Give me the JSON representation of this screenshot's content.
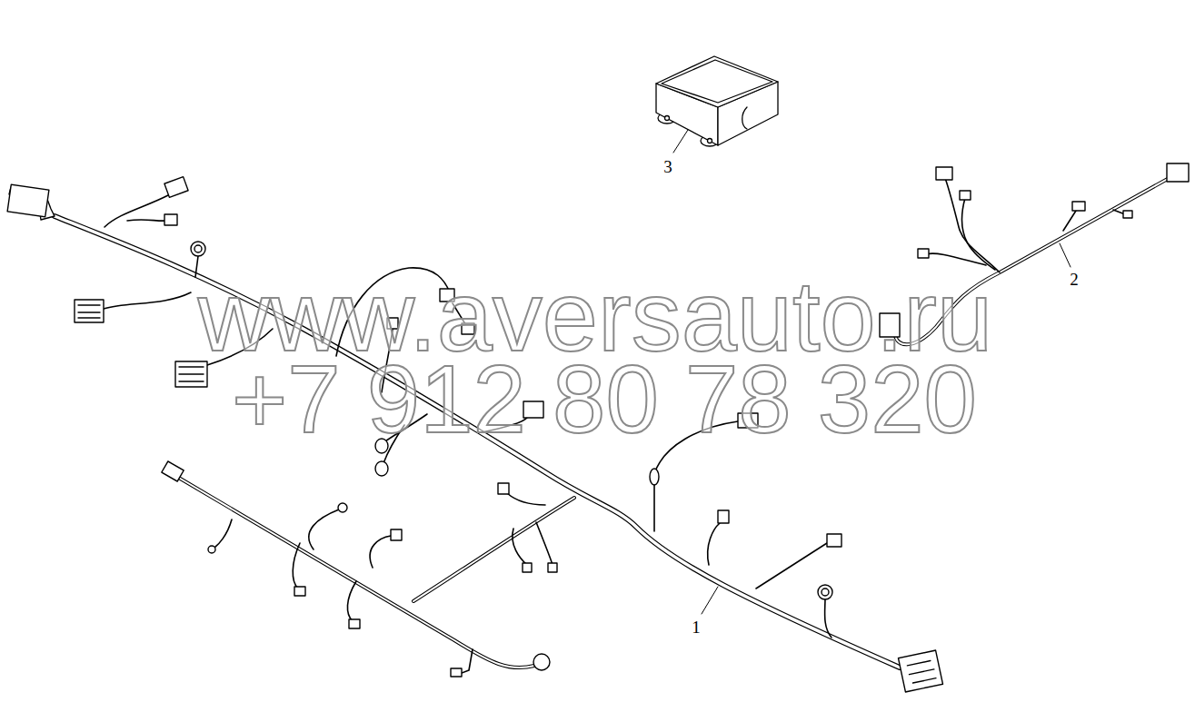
{
  "diagram": {
    "labels": [
      "3",
      "2",
      "www.aversauto.ru",
      "+7 912 80 78 320",
      "1"
    ]
  }
}
